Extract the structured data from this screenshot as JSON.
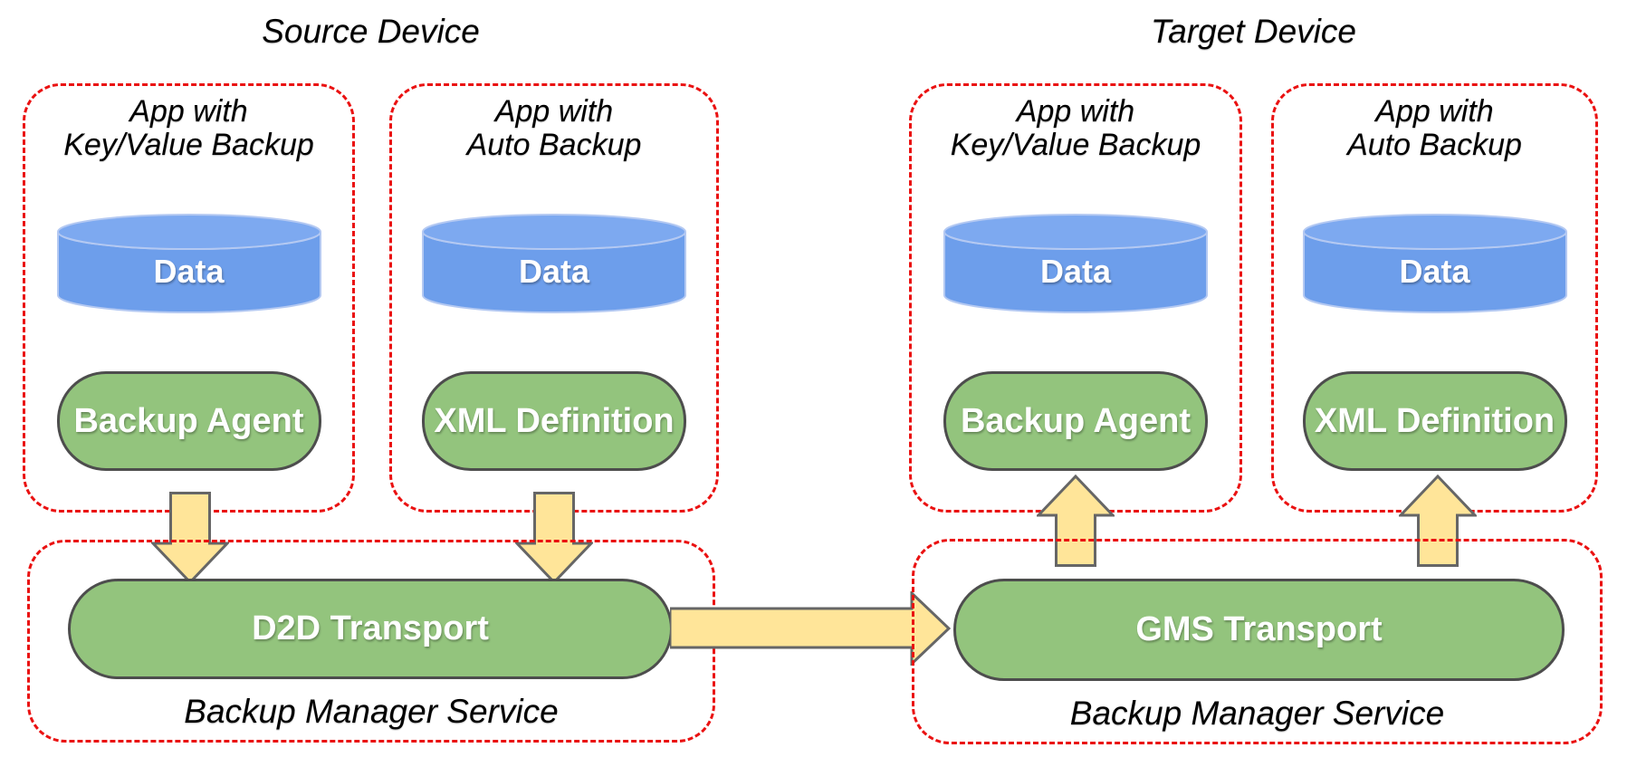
{
  "colors": {
    "red-dash": "#ea1111",
    "green-fill": "#93c47d",
    "green-border": "#4d4d4d",
    "blue-fill": "#6d9eeb",
    "blue-top": "#7da9f0",
    "blue-stroke": "#b4c9f2",
    "arrow-fill": "#ffe599",
    "arrow-border": "#666666"
  },
  "source": {
    "title": "Source Device",
    "app_kv": {
      "line1": "App with",
      "line2": "Key/Value Backup",
      "data": "Data",
      "component": "Backup Agent"
    },
    "app_auto": {
      "line1": "App with",
      "line2": "Auto Backup",
      "data": "Data",
      "component": "XML Definition"
    },
    "service": {
      "transport": "D2D Transport",
      "label": "Backup Manager Service"
    }
  },
  "target": {
    "title": "Target Device",
    "app_kv": {
      "line1": "App with",
      "line2": "Key/Value Backup",
      "data": "Data",
      "component": "Backup Agent"
    },
    "app_auto": {
      "line1": "App with",
      "line2": "Auto Backup",
      "data": "Data",
      "component": "XML Definition"
    },
    "service": {
      "transport": "GMS Transport",
      "label": "Backup Manager Service"
    }
  }
}
